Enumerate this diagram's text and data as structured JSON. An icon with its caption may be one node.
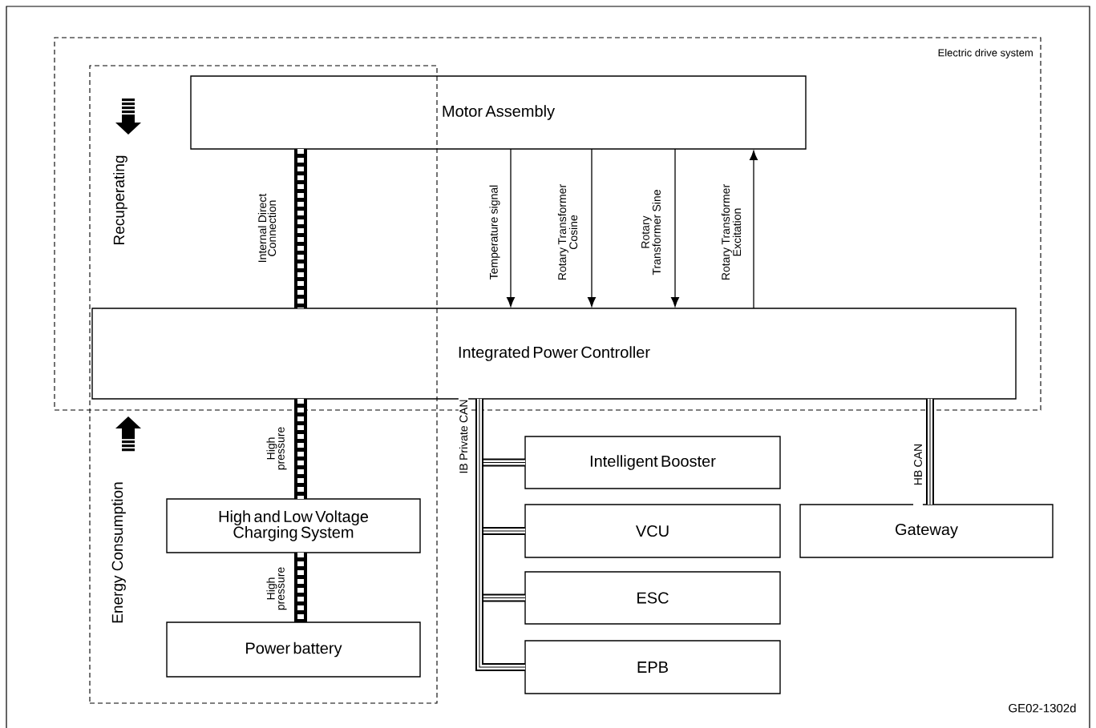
{
  "diagram": {
    "nodes": [
      {
        "text": [
          "Electric drive system"
        ]
      },
      {
        "text": [
          "Recuperating",
          "Energy Consumption"
        ]
      },
      {
        "text": [
          "Motor Assembly"
        ],
        "in": 0
      },
      {
        "text": [
          "Integrated Power Controller"
        ],
        "in": 0
      },
      {
        "text": [
          "High and Low Voltage Charging System"
        ],
        "in": 1
      },
      {
        "text": [
          "Power battery"
        ],
        "in": 1
      },
      {
        "text": [
          "Intelligent Booster"
        ]
      },
      {
        "text": [
          "VCU"
        ]
      },
      {
        "text": [
          "ESC"
        ]
      },
      {
        "text": [
          "EPB"
        ]
      },
      {
        "text": [
          "Gateway"
        ]
      }
    ],
    "edges": [
      {
        "from": 2,
        "to": 3,
        "arrow": "none",
        "label": "Internal Direct Connection"
      },
      {
        "from": 2,
        "to": 3,
        "arrow": "to",
        "label": "Temperature signal"
      },
      {
        "from": 2,
        "to": 3,
        "arrow": "to",
        "label": "Rotary Transformer Cosine"
      },
      {
        "from": 2,
        "to": 3,
        "arrow": "to",
        "label": "Rotary Transformer Sine"
      },
      {
        "from": 3,
        "to": 2,
        "arrow": "to",
        "label": "Rotary Transformer Excitation"
      },
      {
        "from": 3,
        "to": 4,
        "arrow": "none",
        "label": "High pressure"
      },
      {
        "from": 4,
        "to": 5,
        "arrow": "none",
        "label": "High pressure"
      },
      {
        "from": 3,
        "to": 6,
        "arrow": "none",
        "label": "IB Private CAN"
      },
      {
        "from": 3,
        "to": 7,
        "arrow": "none"
      },
      {
        "from": 3,
        "to": 8,
        "arrow": "none"
      },
      {
        "from": 3,
        "to": 9,
        "arrow": "none"
      },
      {
        "from": 3,
        "to": 10,
        "arrow": "none",
        "label": "HB CAN"
      }
    ],
    "labels": [
      "GE02-1302d"
    ]
  }
}
